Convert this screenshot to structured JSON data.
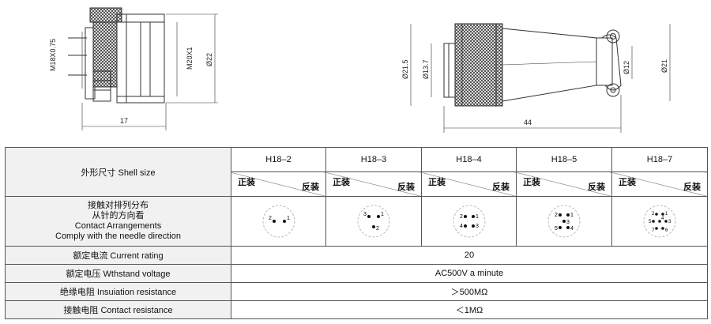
{
  "drawing": {
    "side_view": {
      "thread_left": "M18X0.75",
      "thread_right": "M20X1",
      "diameter": "Ø22",
      "length": "17"
    },
    "plug_view": {
      "diameter_outer": "Ø21.5",
      "diameter_inner": "Ø13.7",
      "cable_diameter": "Ø12",
      "diameter_right": "Ø21",
      "length": "44"
    }
  },
  "table": {
    "row_shell": {
      "label": "外形尺寸 Shell size"
    },
    "sizes": [
      "H18–2",
      "H18–3",
      "H18–4",
      "H18–5",
      "H18–7"
    ],
    "forward_label": "正装",
    "reverse_label": "反装",
    "row_contact": {
      "label_cn1": "接触对排列分布",
      "label_cn2": "从针的方向看",
      "label_en1": "Contact Arrangements",
      "label_en2": "Comply with the needle direction"
    },
    "pin_layouts": [
      {
        "labels": [
          "2",
          "1"
        ]
      },
      {
        "labels": [
          "3",
          "1",
          "2"
        ]
      },
      {
        "labels": [
          "2",
          "1",
          "4",
          "3"
        ]
      },
      {
        "labels": [
          "2",
          "1",
          "3",
          "5",
          "4"
        ]
      },
      {
        "labels": [
          "2",
          "1",
          "5",
          "4",
          "3",
          "7",
          "6"
        ]
      }
    ],
    "rows": [
      {
        "label": "额定电流  Current rating",
        "value": "20"
      },
      {
        "label": "额定电压  Wthstand voltage",
        "value": "AC500V a minute"
      },
      {
        "label": "绝缘电阻  Insuiation resistance",
        "value": "＞500MΩ"
      },
      {
        "label": "接触电阻  Contact resistance",
        "value": "＜1MΩ"
      }
    ]
  }
}
